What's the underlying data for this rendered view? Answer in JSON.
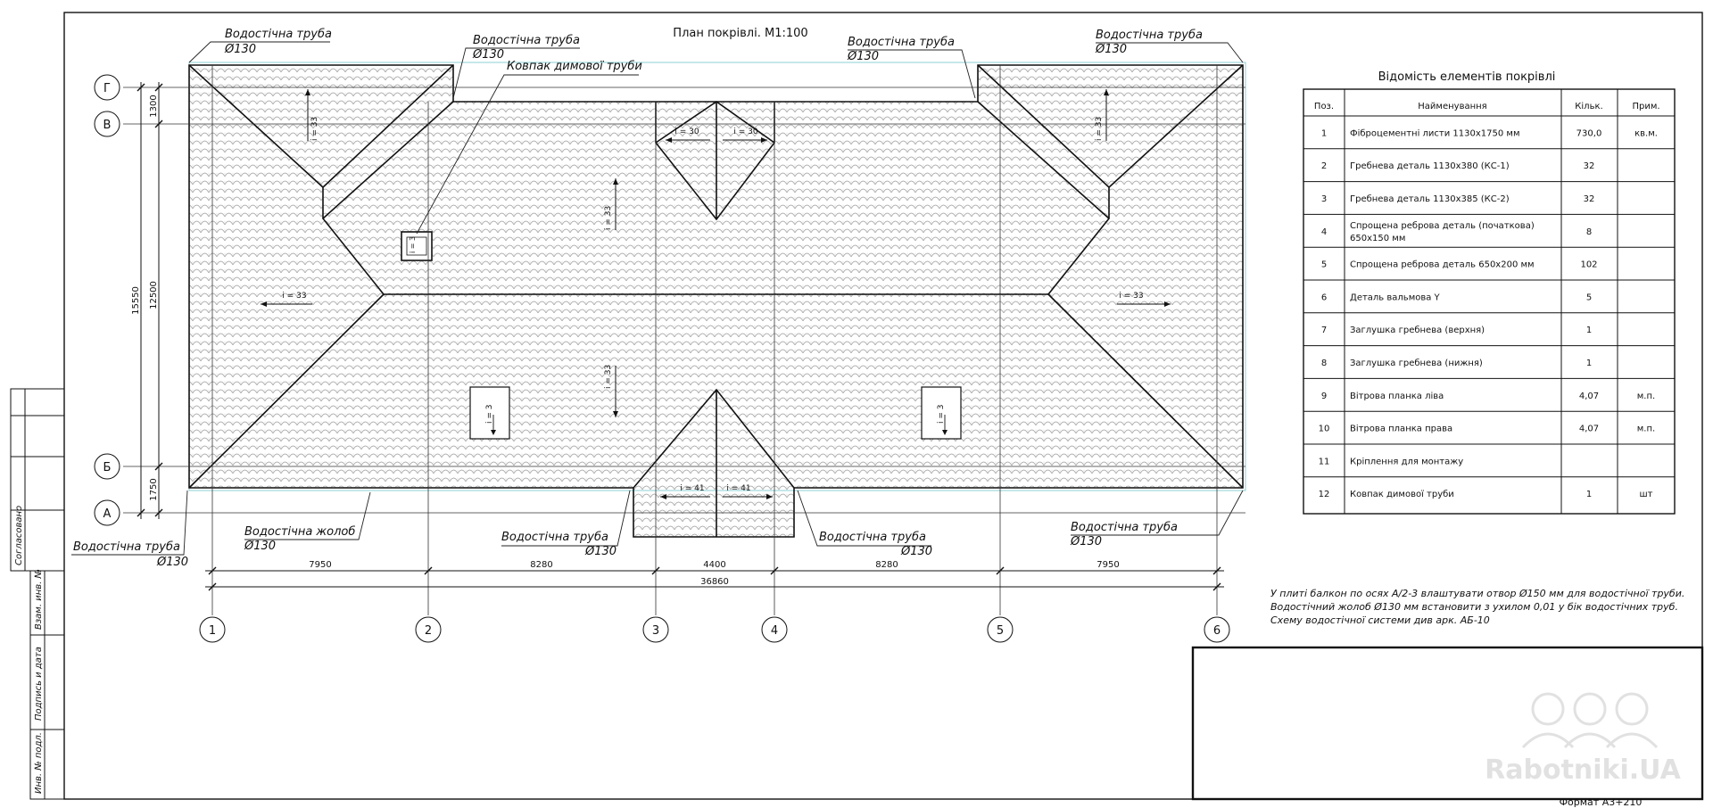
{
  "drawing": {
    "title": "План покрівлі. М1:100",
    "format_label": "Формат А3+210",
    "watermark": "Rabotniki.UA"
  },
  "axes": {
    "rows": [
      {
        "id": "row-g",
        "label": "Г"
      },
      {
        "id": "row-v",
        "label": "В"
      },
      {
        "id": "row-b",
        "label": "Б"
      },
      {
        "id": "row-a",
        "label": "А"
      }
    ],
    "columns": [
      {
        "id": "col-1",
        "label": "1"
      },
      {
        "id": "col-2",
        "label": "2"
      },
      {
        "id": "col-3",
        "label": "3"
      },
      {
        "id": "col-4",
        "label": "4"
      },
      {
        "id": "col-5",
        "label": "5"
      },
      {
        "id": "col-6",
        "label": "6"
      }
    ]
  },
  "dimensions": {
    "bottom": [
      "7950",
      "8280",
      "4400",
      "8280",
      "7950"
    ],
    "overall": "36860",
    "left_small_top": "1300",
    "left_mid": "12500",
    "left_overall": "15550",
    "left_small_bottom": "1750"
  },
  "slopes": {
    "s33": "i = 33",
    "s30": "i = 30",
    "s41": "i = 41",
    "s3": "i = 3"
  },
  "callouts": {
    "pipe": "Водостічна труба",
    "pipe_dia": "Ø130",
    "chimney_cap": "Ковпак димової труби",
    "gutter": "Водостічна жолоб",
    "gutter_dia": "Ø130"
  },
  "spec_table": {
    "title": "Відомість елементів покрівлі",
    "headers": [
      "Поз.",
      "Найменування",
      "Кільк.",
      "Прим."
    ],
    "rows": [
      {
        "pos": "1",
        "name": "Фіброцементні листи 1130х1750 мм",
        "name2": "",
        "qty": "730,0",
        "note": "кв.м."
      },
      {
        "pos": "2",
        "name": "Гребнева деталь 1130х380 (КС-1)",
        "name2": "",
        "qty": "32",
        "note": ""
      },
      {
        "pos": "3",
        "name": "Гребнева деталь 1130х385 (КС-2)",
        "name2": "",
        "qty": "32",
        "note": ""
      },
      {
        "pos": "4",
        "name": "Спрощена реброва деталь (початкова)",
        "name2": "650х150 мм",
        "qty": "8",
        "note": ""
      },
      {
        "pos": "5",
        "name": "Спрощена реброва деталь 650х200 мм",
        "name2": "",
        "qty": "102",
        "note": ""
      },
      {
        "pos": "6",
        "name": "Деталь вальмова Y",
        "name2": "",
        "qty": "5",
        "note": ""
      },
      {
        "pos": "7",
        "name": "Заглушка гребнева (верхня)",
        "name2": "",
        "qty": "1",
        "note": ""
      },
      {
        "pos": "8",
        "name": "Заглушка гребнева (нижня)",
        "name2": "",
        "qty": "1",
        "note": ""
      },
      {
        "pos": "9",
        "name": "Вітрова планка ліва",
        "name2": "",
        "qty": "4,07",
        "note": "м.п."
      },
      {
        "pos": "10",
        "name": "Вітрова планка права",
        "name2": "",
        "qty": "4,07",
        "note": "м.п."
      },
      {
        "pos": "11",
        "name": "Кріплення для монтажу",
        "name2": "",
        "qty": "",
        "note": ""
      },
      {
        "pos": "12",
        "name": "Ковпак димової труби",
        "name2": "",
        "qty": "1",
        "note": "шт"
      }
    ]
  },
  "notes": [
    "У плиті балкон по осях А/2-3 влаштувати отвор Ø150 мм для водостічної труби.",
    "Водостічний жолоб Ø130 мм встановити з ухилом 0,01 у бік водостічних труб.",
    "Схему водостічної системи див арк. АБ-10"
  ],
  "side_stamp": {
    "agreed": "Согласовано",
    "swap_inv": "Взам. инв. №",
    "sign_date": "Подпись и дата",
    "orig_inv": "Инв. № подл."
  }
}
